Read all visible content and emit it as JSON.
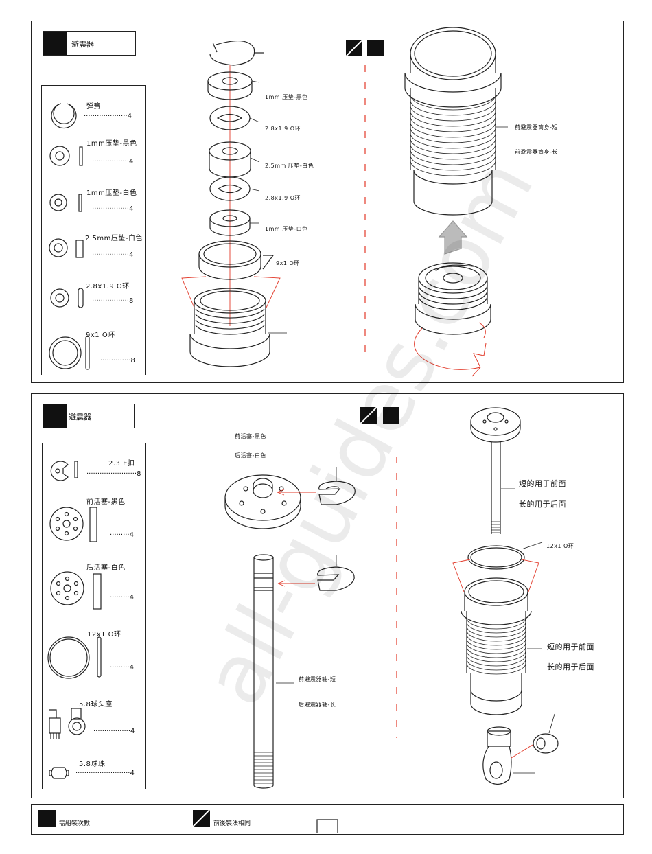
{
  "panel1": {
    "title": "避震器",
    "parts": [
      {
        "label": "弹簧",
        "qty": "4"
      },
      {
        "label": "1mm压垫-黑色",
        "qty": "4"
      },
      {
        "label": "1mm压垫-白色",
        "qty": "4"
      },
      {
        "label": "2.5mm压垫-白色",
        "qty": "4"
      },
      {
        "label": "2.8x1.9 O环",
        "qty": "8"
      },
      {
        "label": "9x1 O环",
        "qty": "8"
      }
    ],
    "callouts": [
      "1mm 压垫-黑色",
      "2.8x1.9 O环",
      "2.5mm 压垫-白色",
      "2.8x1.9 O环",
      "1mm 压垫-白色",
      "9x1 O环"
    ],
    "body_notes": [
      "前避震器筒身-短",
      "前避震器筒身-长"
    ]
  },
  "panel2": {
    "title": "避震器",
    "parts": [
      {
        "label": "2.3 E扣",
        "qty": "8"
      },
      {
        "label": "前活塞-黑色",
        "qty": "4"
      },
      {
        "label": "后活塞-白色",
        "qty": "4"
      },
      {
        "label": "12x1 O环",
        "qty": "4"
      },
      {
        "label": "5.8球头座",
        "qty": "4"
      },
      {
        "label": "5.8球珠",
        "qty": "4"
      }
    ],
    "piston_notes": [
      "前活塞-黑色",
      "后活塞-白色"
    ],
    "shaft_notes": [
      "前避震器轴-短",
      "后避震器轴-长"
    ],
    "rod_notes": [
      "短的用于前面",
      "长的用于后面"
    ],
    "oring_note": "12x1 O环",
    "body_notes": [
      "短的用于前面",
      "长的用于后面"
    ]
  },
  "footer": {
    "legend_qty": "需組裝次數",
    "legend_same": "前後裝法相同"
  },
  "watermark": "all-guides.com",
  "colors": {
    "accent_red": "#e23a2a",
    "line": "#222222"
  }
}
